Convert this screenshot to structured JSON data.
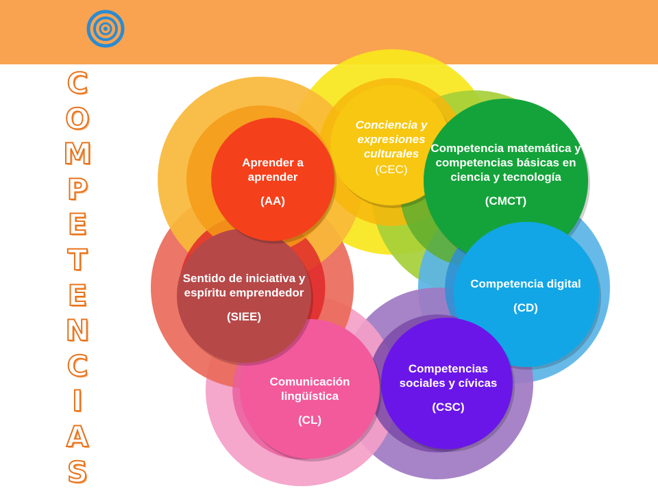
{
  "title_letters": [
    "C",
    "O",
    "M",
    "P",
    "E",
    "T",
    "E",
    "N",
    "C",
    "I",
    "A",
    "S"
  ],
  "colors": {
    "header": "#f9a350",
    "logo_blue": "#2b8bd1",
    "title_orange": "#e8721c"
  },
  "nodes": [
    {
      "id": "cec",
      "label": "Conciencia y expresiones culturales",
      "abbr": "(CEC)",
      "italic": true,
      "outer": "#f8e71c",
      "inner": "#f7b70c",
      "disc": "#f7c711"
    },
    {
      "id": "cmct",
      "label": "Competencia matemática y competencias básicas en ciencia y tecnología",
      "abbr": "(CMCT)",
      "italic": false,
      "outer": "#a6cf3a",
      "inner": "#5fae2e",
      "disc": "#14a33a"
    },
    {
      "id": "cd",
      "label": "Competencia digital",
      "abbr": "(CD)",
      "italic": false,
      "outer": "#5ab4e6",
      "inner": "#2d8fd3",
      "disc": "#12a6e6"
    },
    {
      "id": "csc",
      "label": "Competencias sociales y cívicas",
      "abbr": "(CSC)",
      "italic": false,
      "outer": "#a07ac2",
      "inner": "#7a4aa8",
      "disc": "#6a16e8"
    },
    {
      "id": "cl",
      "label": "Comunicación lingüística",
      "abbr": "(CL)",
      "italic": false,
      "outer": "#f4a0c8",
      "inner": "#ea5f9e",
      "disc": "#f25a9c"
    },
    {
      "id": "siee",
      "label": "Sentido de iniciativa y espíritu emprendedor",
      "abbr": "(SIEE)",
      "italic": false,
      "outer": "#ea6a5a",
      "inner": "#e02a2a",
      "disc": "#b74848"
    },
    {
      "id": "aa",
      "label": "Aprender a aprender",
      "abbr": "(AA)",
      "italic": false,
      "outer": "#f8b83a",
      "inner": "#f49b18",
      "disc": "#f5401c"
    }
  ]
}
